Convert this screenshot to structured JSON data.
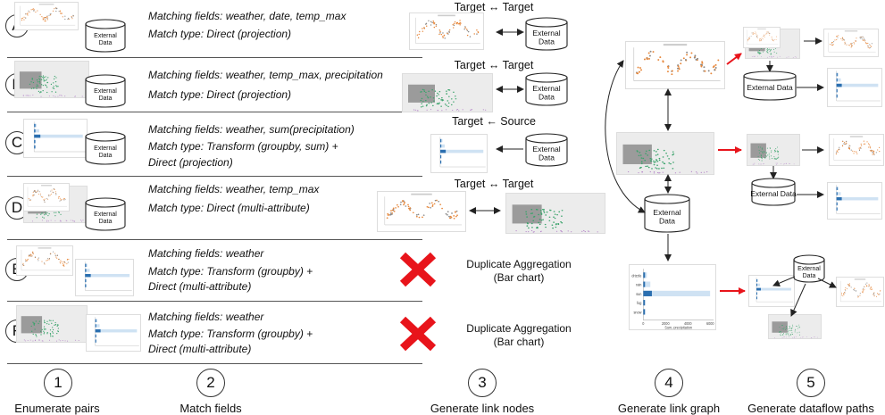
{
  "rows": [
    {
      "letter": "A",
      "lines": [
        "Matching fields: weather, date, temp_max",
        "Match type: Direct (projection)"
      ]
    },
    {
      "letter": "B",
      "lines": [
        "Matching fields: weather, temp_max, precipitation",
        "Match type: Direct (projection)"
      ]
    },
    {
      "letter": "C",
      "lines": [
        "Matching fields: weather, sum(precipitation)",
        "Match type: Transform (groupby, sum) +",
        "Direct (projection)"
      ]
    },
    {
      "letter": "D",
      "lines": [
        "Matching fields: weather, temp_max",
        "Match type: Direct (multi-attribute)"
      ]
    },
    {
      "letter": "E",
      "lines": [
        "Matching fields: weather",
        "Match type: Transform (groupby) +",
        "Direct (multi-attribute)"
      ]
    },
    {
      "letter": "F",
      "lines": [
        "Matching fields: weather",
        "Match type: Transform (groupby) +",
        "Direct (multi-attribute)"
      ]
    }
  ],
  "link_headers": [
    "Target ↔ Target",
    "Target ↔ Target",
    "Target ← Source",
    "Target ↔ Target"
  ],
  "duplicate_label": [
    "Duplicate Aggregation",
    "(Bar chart)"
  ],
  "external_data": [
    "External",
    "Data"
  ],
  "external_data_inline": "External Data",
  "steps": [
    {
      "num": "1",
      "label": "Enumerate pairs"
    },
    {
      "num": "2",
      "label": "Match fields"
    },
    {
      "num": "3",
      "label": "Generate link nodes"
    },
    {
      "num": "4",
      "label": "Generate link graph"
    },
    {
      "num": "5",
      "label": "Generate dataflow paths"
    }
  ],
  "bar_chart_labels": {
    "categories": [
      "drizzle",
      "rain",
      "sun",
      "fog",
      "snow"
    ],
    "xticks": [
      "0",
      "2000",
      "4000",
      "6000"
    ],
    "xlabel": "Sum, precipitation"
  },
  "colors": {
    "arrow_red": "#e8141b",
    "cross_red": "#e8141b",
    "bar_blue": "#2b6fb0",
    "bar_light": "#cfe2f3",
    "scatter_orange": "#e7873a",
    "scatter_green": "#3aa36b"
  }
}
